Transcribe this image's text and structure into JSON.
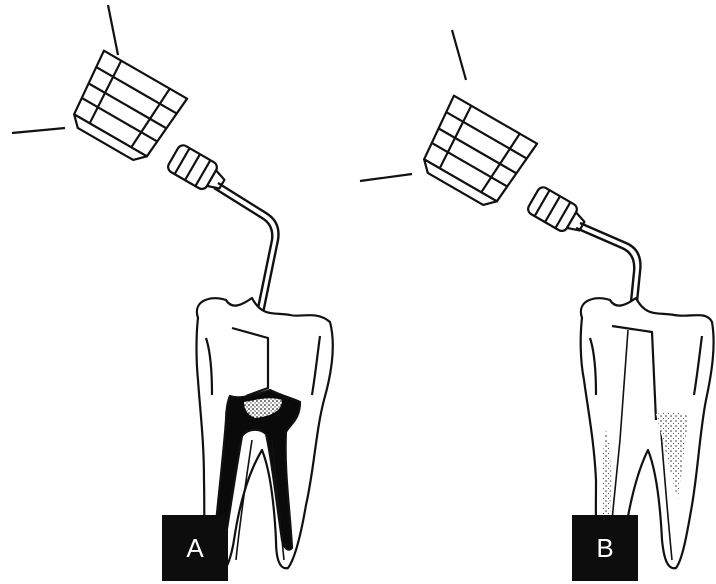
{
  "panels": [
    {
      "id": "panel-a",
      "label": "A"
    },
    {
      "id": "panel-b",
      "label": "B"
    }
  ],
  "colors": {
    "line": "#111111",
    "fill_dark": "#0a0a0a",
    "fill_stipple": "#777777",
    "label_bg": "#0d0d0d",
    "label_text": "#ffffff"
  },
  "icons": [
    "syringe-icon",
    "tooth-icon"
  ]
}
